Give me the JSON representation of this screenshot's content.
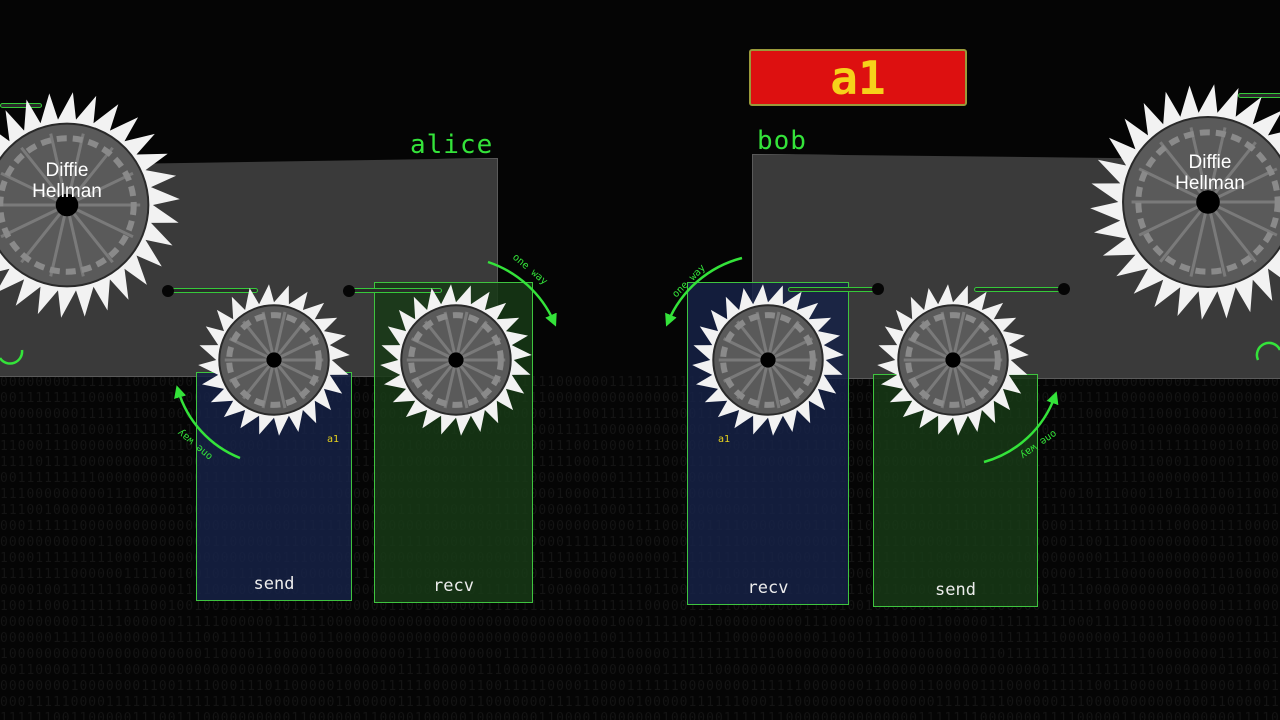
{
  "parties": {
    "alice": {
      "name": "alice",
      "send_label": "send",
      "recv_label": "recv"
    },
    "bob": {
      "name": "bob",
      "send_label": "send",
      "recv_label": "recv"
    }
  },
  "shared_key": {
    "value": "a1",
    "badge_color": "#dd1010",
    "text_color": "#f6d21a"
  },
  "gears": {
    "dh_line1": "Diffie",
    "dh_line2": "Hellman",
    "one_way_label": "one way"
  },
  "message_tokens": [
    "a1",
    "a1"
  ],
  "colors": {
    "accent_green": "#34e33a",
    "board_gray": "#3a3a3a",
    "send_channel": "#162246",
    "recv_channel": "#183a16",
    "background": "#050505"
  },
  "icons": [
    "gear-icon",
    "chain-icon",
    "arrow-icon"
  ]
}
